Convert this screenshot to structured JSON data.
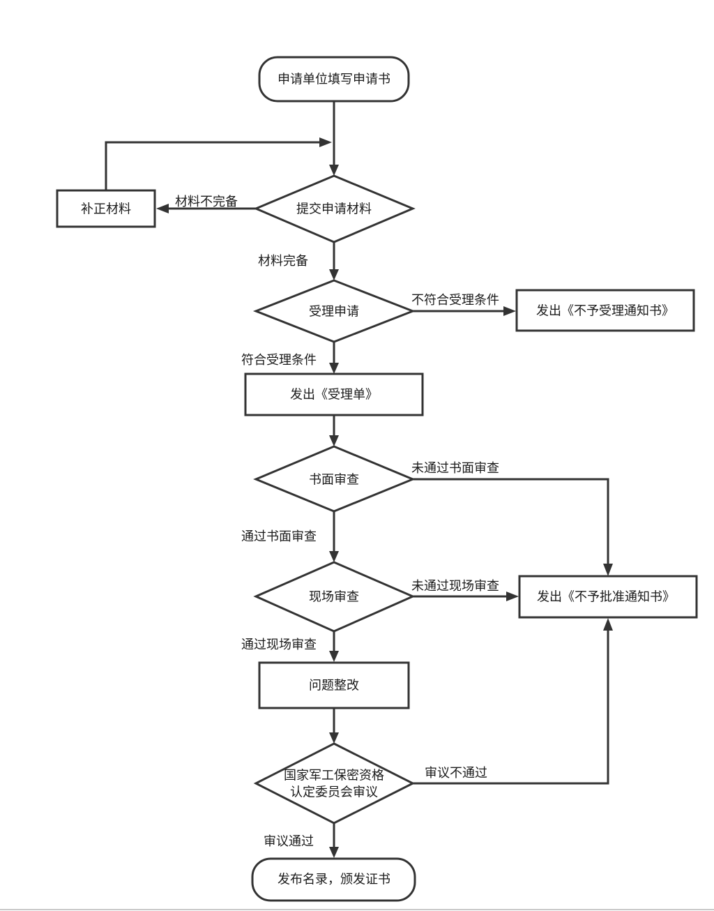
{
  "nodes": {
    "start": "申请单位填写申请书",
    "supplement": "补正材料",
    "submit": "提交申请材料",
    "accept": "受理申请",
    "reject_accept": "发出《不予受理通知书》",
    "receipt": "发出《受理单》",
    "written_review": "书面审查",
    "onsite_review": "现场审查",
    "reject_approve": "发出《不予批准通知书》",
    "rectify": "问题整改",
    "committee_line1": "国家军工保密资格",
    "committee_line2": "认定委员会审议",
    "end": "发布名录，颁发证书"
  },
  "edges": {
    "incomplete": "材料不完备",
    "complete": "材料完备",
    "not_eligible": "不符合受理条件",
    "eligible": "符合受理条件",
    "written_fail": "未通过书面审查",
    "written_pass": "通过书面审查",
    "onsite_fail": "未通过现场审查",
    "onsite_pass": "通过现场审查",
    "review_fail": "审议不通过",
    "review_pass": "审议通过"
  }
}
